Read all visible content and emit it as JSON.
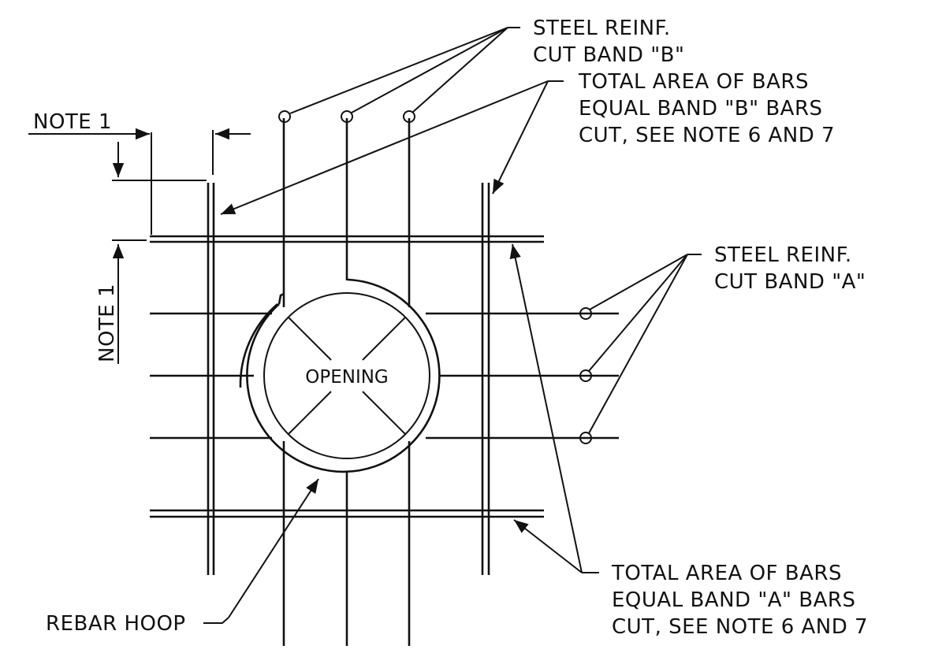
{
  "labels": {
    "note1_top": "NOTE 1",
    "note1_side": "NOTE 1",
    "opening": "OPENING",
    "rebar_hoop": "REBAR HOOP",
    "steel_band_b": [
      "STEEL REINF.",
      "CUT BAND \"B\""
    ],
    "total_area_b": [
      "TOTAL AREA OF BARS",
      "EQUAL BAND \"B\" BARS",
      "CUT, SEE NOTE 6 AND 7"
    ],
    "steel_band_a": [
      "STEEL REINF.",
      "CUT BAND \"A\""
    ],
    "total_area_a": [
      "TOTAL AREA OF BARS",
      "EQUAL BAND \"A\" BARS",
      "CUT, SEE NOTE 6 AND 7"
    ]
  },
  "colors": {
    "ink": "#111111",
    "paper": "#ffffff"
  }
}
